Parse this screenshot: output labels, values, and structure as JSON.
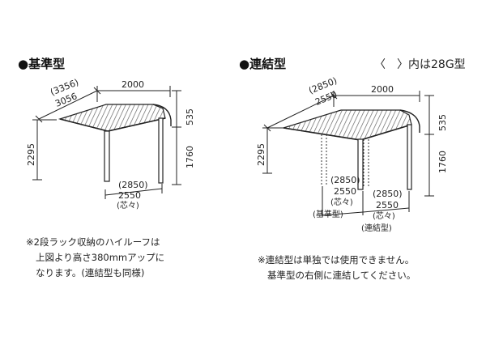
{
  "panels": {
    "basic": {
      "title": "●基準型",
      "dims": {
        "depth_alt": "(3356)",
        "depth": "3056",
        "width": "2000",
        "roof_height": "535",
        "total_height": "2295",
        "post_height": "1760",
        "post_spacing_alt": "(2850)",
        "post_spacing": "2550",
        "center_note": "(芯々)"
      },
      "notes": [
        "※2段ラック収納のハイルーフは",
        "上図より高さ380mmアップに",
        "なります。(連結型も同様)"
      ]
    },
    "linked": {
      "title": "●連結型",
      "legend": "〈　〉内は28G型",
      "dims": {
        "depth_alt": "(2850)",
        "depth": "2550",
        "width": "2000",
        "roof_height": "535",
        "total_height": "2295",
        "post_height": "1760",
        "spacing1_alt": "(2850)",
        "spacing1": "2550",
        "spacing1_center": "(芯々)",
        "spacing1_tag": "(基準型)",
        "spacing2_alt": "(2850)",
        "spacing2": "2550",
        "spacing2_center": "(芯々)",
        "spacing2_tag": "(連結型)"
      },
      "notes": [
        "※連結型は単独では使用できません。",
        "基準型の右側に連結してください。"
      ]
    }
  }
}
